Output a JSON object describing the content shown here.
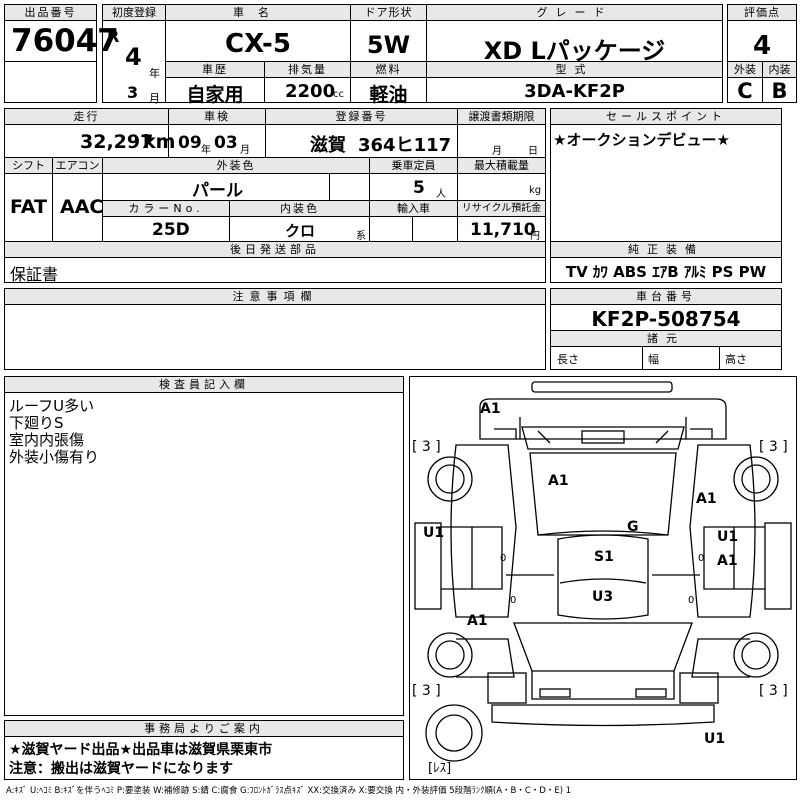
{
  "listing": {
    "lot_no_label": "出品番号",
    "lot_no": "76047",
    "first_reg_label": "初度登録",
    "era": "R",
    "year": "4",
    "year_unit": "年",
    "month": "3",
    "month_unit": "月",
    "car_name_label": "車名",
    "car_name": "CX-5",
    "door_label": "ドア形状",
    "door": "5W",
    "grade_label": "グレード",
    "grade": "XD Lパッケージ",
    "score_label": "評価点",
    "score": "4",
    "history_label": "車歴",
    "history": "自家用",
    "displacement_label": "排気量",
    "displacement": "2200",
    "displacement_unit": "cc",
    "fuel_label": "燃料",
    "fuel": "軽油",
    "model_label": "型式",
    "model": "3DA-KF2P",
    "exterior_label": "外装",
    "exterior": "C",
    "interior_label": "内装",
    "interior": "B"
  },
  "details": {
    "mileage_label": "走行",
    "mileage": "32,297",
    "mileage_unit": "km",
    "inspection_label": "車検",
    "insp_year": "09",
    "insp_year_unit": "年",
    "insp_month": "03",
    "insp_month_unit": "月",
    "plate_label": "登録番号",
    "plate_region": "滋賀",
    "plate_number": "364ヒ117",
    "transfer_label": "譲渡書類期限",
    "transfer_month": "月",
    "transfer_day": "日",
    "shift_label": "シフト",
    "shift": "FAT",
    "ac_label": "エアコン",
    "ac": "AAC",
    "ext_color_label": "外装色",
    "ext_color": "パール",
    "capacity_label": "乗車定員",
    "capacity": "5",
    "capacity_unit": "人",
    "max_load_label": "最大積載量",
    "max_load_unit": "kg",
    "color_no_label": "カラーNo.",
    "color_no": "25D",
    "int_color_label": "内装色",
    "int_color": "クロ",
    "int_color_unit": "系",
    "import_label": "輸入車",
    "recycle_label": "リサイクル預託金",
    "recycle": "11,710",
    "recycle_unit": "円",
    "later_label": "後日発送部品",
    "later": "保証書"
  },
  "sales": {
    "label": "セールスポイント",
    "text": "★オークションデビュー★"
  },
  "equipment": {
    "label": "純正装備",
    "text": "TV ｶﾜ ABS ｴｱB ｱﾙﾐ PS PW"
  },
  "notes": {
    "label": "注意事項欄"
  },
  "chassis": {
    "label": "車台番号",
    "number": "KF2P-508754",
    "specs_label": "諸元",
    "length_label": "長さ",
    "width_label": "幅",
    "height_label": "高さ"
  },
  "inspector": {
    "label": "検査員記入欄",
    "lines": [
      "ルーフU多い",
      "下廻りS",
      "室内内張傷",
      "外装小傷有り"
    ]
  },
  "office": {
    "label": "事務局よりご案内",
    "line1": "★滋賀ヤード出品★出品車は滋賀県栗東市",
    "line2": "注意：搬出は滋賀ヤードになります"
  },
  "diagram": {
    "tire_fl": "[ 3 ]",
    "tire_fr": "[ 3 ]",
    "tire_rl": "[ 3 ]",
    "tire_rr": "[ 3 ]",
    "spare": "[ﾚｽ]",
    "marks": [
      "A1",
      "A1",
      "A1",
      "G",
      "U1",
      "U1",
      "A1",
      "S1",
      "U3",
      "A1",
      "U1"
    ],
    "zero": "0"
  },
  "legend": "A:ｷｽﾞ U:ﾍｺﾐ B:ｷｽﾞを伴うﾍｺﾐ P:要塗装 W:補修跡 S:錆 C:腐食 G:ﾌﾛﾝﾄｶﾞﾗｽ点ｷｽﾞ XX:交換済み X:要交換 内・外装評価 5段階ﾗﾝｸ順(A・B・C・D・E) 1"
}
